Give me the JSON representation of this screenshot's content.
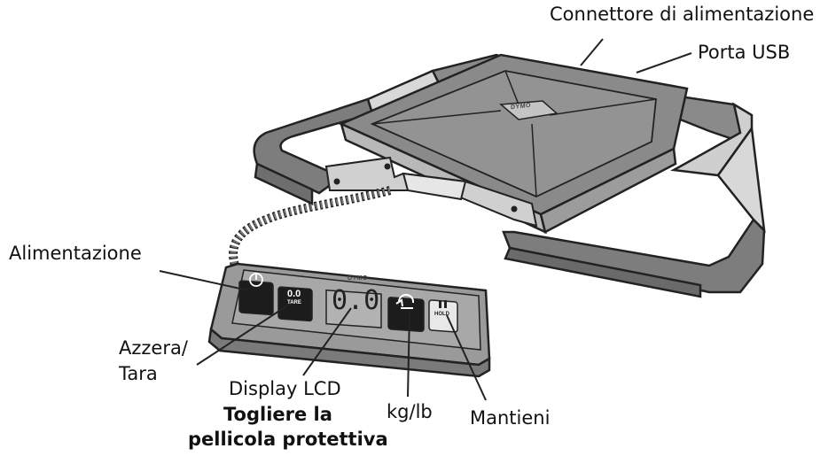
{
  "labels": {
    "power_connector": "Connettore di alimentazione",
    "usb_port": "Porta USB",
    "power": "Alimentazione",
    "zero_tare_line1": "Azzera/",
    "zero_tare_line2": "Tara",
    "lcd_display": "Display LCD",
    "units": "kg/lb",
    "hold": "Mantieni",
    "film_line1": "Togliere la",
    "film_line2": "pellicola protettiva"
  },
  "device": {
    "brand": "DYMO",
    "lcd_value": "0.0",
    "tare_button_value": "0.0",
    "tare_button_caption": "TARE",
    "hold_button_caption": "HOLD"
  },
  "colors": {
    "outline": "#222222",
    "platform": "#8a8a8a",
    "platform_light": "#b0b0b0",
    "handle": "#7d7d7d",
    "button_dark": "#1c1c1c",
    "panel": "#9a9a9a"
  }
}
